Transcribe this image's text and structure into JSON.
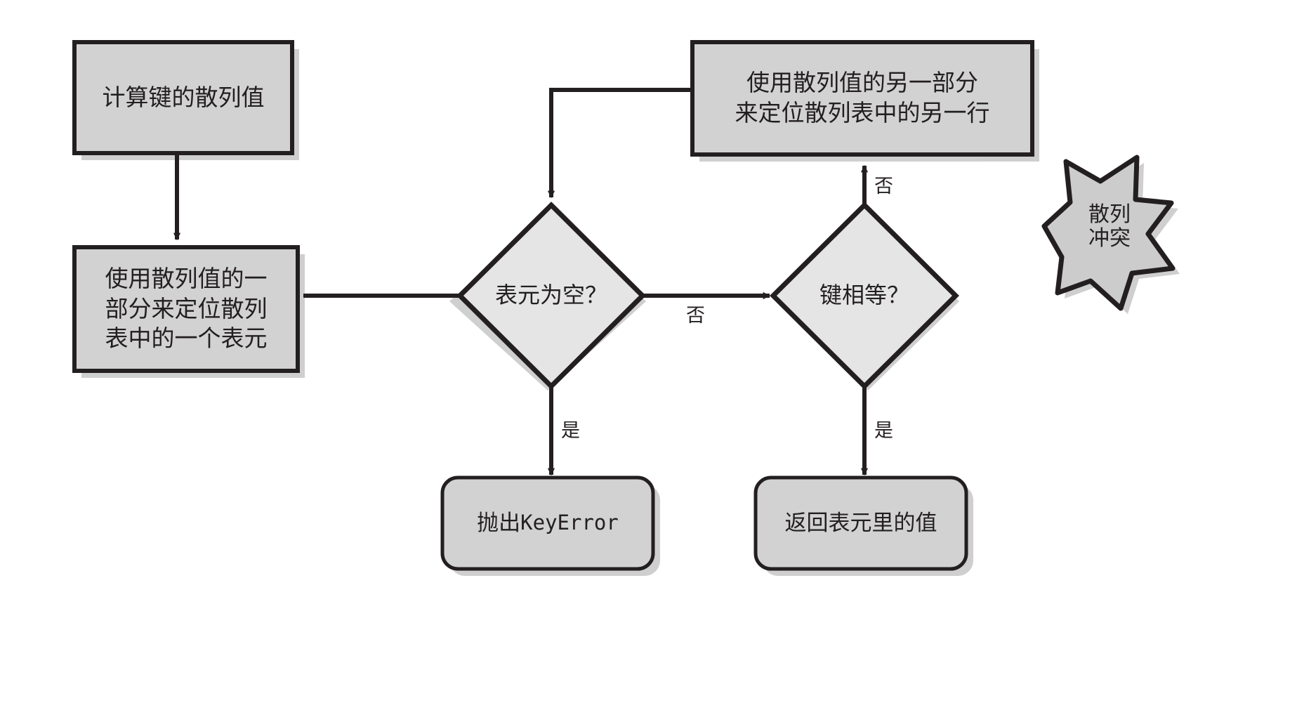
{
  "diagram": {
    "title_text_language": "zh",
    "colors": {
      "process_fill": "#d2d2d2",
      "decision_fill": "#e4e5e4",
      "terminal_fill": "#d2d2d2",
      "burst_fill": "#cccccc",
      "stroke": "#231f20",
      "text": "#231f20",
      "background": "#ffffff",
      "shadow": "#b4b4b4"
    },
    "nodes": [
      {
        "id": "compute-hash",
        "shape": "process",
        "label": "计算键的散列值"
      },
      {
        "id": "locate-bucket",
        "shape": "process",
        "label": "使用散列值的一\n部分来定位散列\n表中的一个表元"
      },
      {
        "id": "locate-another-row",
        "shape": "process",
        "label": "使用散列值的另一部分\n来定位散列表中的另一行"
      },
      {
        "id": "bucket-empty",
        "shape": "decision",
        "label": "表元为空？"
      },
      {
        "id": "keys-equal",
        "shape": "decision",
        "label": "键相等？"
      },
      {
        "id": "raise-keyerror",
        "shape": "terminal",
        "label_prefix": "抛出",
        "label_mono": "KeyError"
      },
      {
        "id": "return-value",
        "shape": "terminal",
        "label": "返回表元里的值"
      },
      {
        "id": "hash-collision",
        "shape": "burst",
        "label": "散列\n冲突"
      }
    ],
    "edges": [
      {
        "id": "e-compute-to-locate",
        "from": "compute-hash",
        "to": "locate-bucket",
        "label": ""
      },
      {
        "id": "e-locate-to-empty",
        "from": "locate-bucket",
        "to": "bucket-empty",
        "label": ""
      },
      {
        "id": "e-empty-no-to-equal",
        "from": "bucket-empty",
        "to": "keys-equal",
        "label": "否"
      },
      {
        "id": "e-empty-yes-to-error",
        "from": "bucket-empty",
        "to": "raise-keyerror",
        "label": "是"
      },
      {
        "id": "e-equal-no-to-another-row",
        "from": "keys-equal",
        "to": "locate-another-row",
        "label": "否"
      },
      {
        "id": "e-equal-yes-to-return",
        "from": "keys-equal",
        "to": "return-value",
        "label": "是"
      },
      {
        "id": "e-another-row-to-empty",
        "from": "locate-another-row",
        "to": "bucket-empty",
        "label": ""
      }
    ],
    "edge_labels": {
      "empty_no": "否",
      "empty_yes": "是",
      "equal_no": "否",
      "equal_yes": "是"
    }
  }
}
